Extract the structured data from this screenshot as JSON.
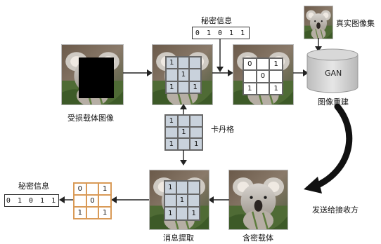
{
  "labels": {
    "secret_info_top": "秘密信息",
    "real_image_set": "真实图像集",
    "gan": "GAN",
    "image_reconstruction": "图像重建",
    "damaged_carrier": "受损载体图像",
    "cardan_grille": "卡丹格",
    "secret_info_left": "秘密信息",
    "message_extraction": "消息提取",
    "stego_carrier": "含密载体",
    "send_to_receiver": "发送给接收方"
  },
  "bits_top": "0 1 0 1 1",
  "bits_left": "0 1 0 1 1",
  "grille_cells": [
    "1",
    "",
    "",
    "",
    "1",
    "",
    "1",
    "",
    "1"
  ],
  "filled_grid_top": [
    "0",
    "",
    "1",
    "",
    "0",
    "",
    "1",
    "",
    "1"
  ],
  "filled_grid_left": [
    "0",
    "",
    "1",
    "",
    "0",
    "",
    "1",
    "",
    "1"
  ],
  "colors": {
    "arrow": "#222222",
    "grille_fill": "#c9d2dc",
    "extract_border": "#d99a57",
    "cylinder": "#d4d4d4"
  }
}
